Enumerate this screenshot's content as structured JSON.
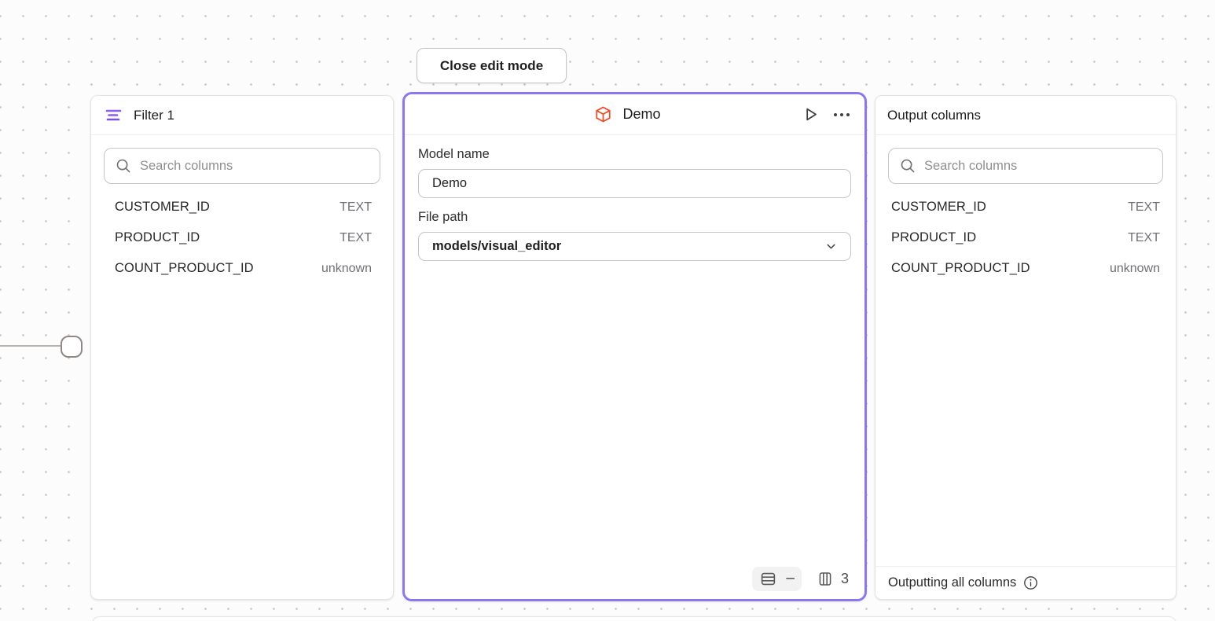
{
  "toolbar": {
    "close_button_label": "Close edit mode"
  },
  "colors": {
    "selection_purple": "#8a78f0",
    "filter_icon_purple": "#8b5cf6",
    "model_icon_orange": "#ee4a26"
  },
  "icons": [
    "filter-icon",
    "search-icon",
    "model-cube-icon",
    "play-icon",
    "ellipsis-icon",
    "chevron-down-icon",
    "table-rows-icon",
    "table-columns-icon",
    "info-icon"
  ],
  "filter_panel": {
    "title": "Filter 1",
    "search_placeholder": "Search columns",
    "columns": [
      {
        "name": "CUSTOMER_ID",
        "type": "TEXT"
      },
      {
        "name": "PRODUCT_ID",
        "type": "TEXT"
      },
      {
        "name": "COUNT_PRODUCT_ID",
        "type": "unknown"
      }
    ]
  },
  "model_panel": {
    "title": "Demo",
    "model_name_label": "Model name",
    "model_name_value": "Demo",
    "file_path_label": "File path",
    "file_path_value": "models/visual_editor",
    "row_count": "–",
    "column_count": "3"
  },
  "output_panel": {
    "title": "Output columns",
    "search_placeholder": "Search columns",
    "columns": [
      {
        "name": "CUSTOMER_ID",
        "type": "TEXT"
      },
      {
        "name": "PRODUCT_ID",
        "type": "TEXT"
      },
      {
        "name": "COUNT_PRODUCT_ID",
        "type": "unknown"
      }
    ],
    "footer_text": "Outputting all columns"
  }
}
